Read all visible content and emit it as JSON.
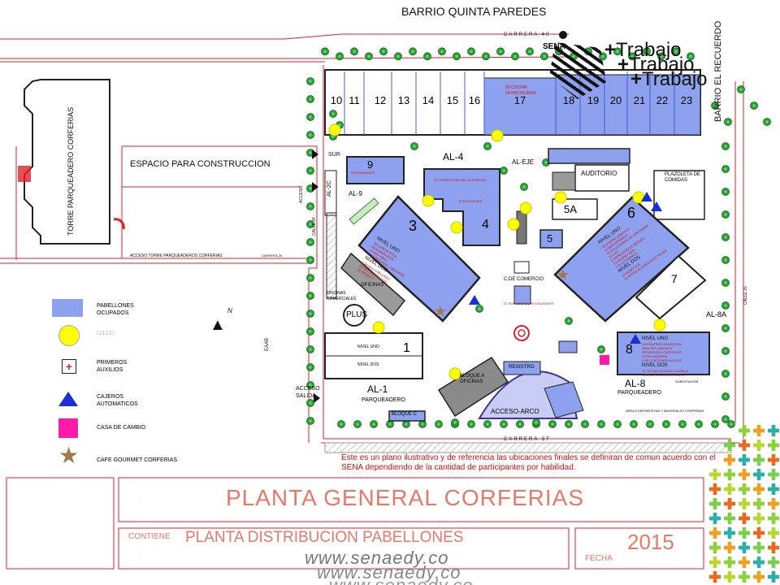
{
  "map": {
    "neighborhood_top": "BARRIO QUINTA PAREDES",
    "neighborhood_right": "BARRIO EL RECUERDO",
    "street_top": "CARRERA 40",
    "street_bottom": "CARRERA 37",
    "street_left": "CALLE 24",
    "street_right": "CALLE 25",
    "access_left": "ACCESO",
    "eaab": "EAAB",
    "tower": "TORRE PARQUEADERO CORFERIAS",
    "construction": "ESPACIO PARA CONSTRUCCION",
    "access_tower": "ACCESO TORRE PARQUEADEROS CORFERIAS",
    "carrera36": "CARRERA 36",
    "sur": "SUR",
    "access_exit": "ACCESO SALIDA",
    "north": "N"
  },
  "pavilions_top": [
    "10",
    "11",
    "12",
    "13",
    "14",
    "15",
    "16",
    "17",
    "18",
    "19",
    "20",
    "21",
    "22",
    "23"
  ],
  "pavilion17_notes": [
    "25 COCINA",
    "24 PASTELERIA"
  ],
  "labels": {
    "al4": "AL-4",
    "al9": "AL-9",
    "al2c": "AL-2C",
    "al_eje": "AL-EJE",
    "auditorio": "AUDITORIO",
    "plazoleta": "PLAZOLETA DE COMIDAS",
    "p9": "9",
    "p9_note": "RESTAURANTE",
    "p4": "4",
    "p4_notes": [
      "23 TECNOLOGIA DEL AUTOMOVIL",
      "8 SOLDADURA"
    ],
    "p5a": "5A",
    "p5": "5",
    "p3": "3",
    "p3_notes": [
      "NIVEL UNO",
      "16 CARPINTERIA",
      "18 ALBAÑILERIA",
      "17 DRY WALL",
      "10 PARED PISO Y BALDOSA",
      "NIVEL DOS",
      "2 REDES CABLEADO",
      "20 REFRIGERACION",
      "26 REDES IT"
    ],
    "p6": "6",
    "p6_notes": [
      "NIVEL UNO",
      "30 DISEÑO GRAFICO",
      "14 MECATRONICA",
      "15 SOLUCIONES DE SOFTWARE",
      "22 CAD",
      "9 IMPRESION DE MEDIOS",
      "13 DISEÑO WEB",
      "7 ELECTRONICA",
      "NIVEL DOS",
      "19 ROBOTICA",
      "18 INSTALACIONES ELECTRICAS"
    ],
    "p7": "7",
    "p1": "1",
    "p1_level1": "NIVEL UNO",
    "p1_level2": "NIVEL DOS",
    "p8": "8",
    "p8_notes": [
      "NIVEL UNO",
      "15 CONTROL INDUSTRIAL",
      "ANALISIS QUIMICO",
      "PROCESOS CONTROLES",
      "12 PELUQUERIA",
      "6 APLICACIONES AZULES",
      "NIVEL DOS",
      "11 TECNOLOGIA DE LA MODA",
      "16 CONFECCION DE ROPA"
    ],
    "al1": "AL-1",
    "al1_sub": "PARQUEADERO",
    "al8": "AL-8",
    "al8_sub": "PARQUEADERO",
    "al8a": "AL-8A",
    "oficinas": "OFICINAS",
    "oficinas_com": "OFICINAS COMERCIALES",
    "plus": "PLUS",
    "c_comercio": "C.DE COMERCIO",
    "restaurante": "27 SERVICIO DE RESTAURANTE",
    "registro": "REGISTRO",
    "bloque_a": "BLOQUE A OFICINAS",
    "bloque_c": "BLOQUE C",
    "acceso_arco": "ACCESO-ARCO",
    "area_contratistas": "AREA CONTRATISTAS Y MATERIALES CORFERIAS",
    "subestacion": "SUBESTACION"
  },
  "legend": [
    {
      "label": "PABELLONES OCUPADOS",
      "symbol": "blue-rect",
      "color": "#8ea1ef"
    },
    {
      "label": "□□□□□",
      "symbol": "yellow-circle",
      "color": "#ffff00"
    },
    {
      "label": "PRIMEROS AUXILIOS",
      "symbol": "first-aid-cross",
      "color": "#e02020"
    },
    {
      "label": "CAJEROS AUTOMATICOS",
      "symbol": "blue-triangle",
      "color": "#1a2fd6"
    },
    {
      "label": "CASA DE CAMBIO",
      "symbol": "magenta-square",
      "color": "#ff1aa8"
    },
    {
      "label": "CAFE GOURMET CORFERIAS",
      "symbol": "brown-star",
      "color": "#a0784a"
    }
  ],
  "note": "Este es un plano ilustrativo y de referencia las ubicaciones finales se definiran de comun acuerdo con el SENA dependiendo de la cantidad de participantes por habilidad.",
  "title_block": {
    "title": "PLANTA GENERAL CORFERIAS",
    "contiene_label": "CONTIENE",
    "subtitle": "PLANTA DISTRIBUCION PABELLONES",
    "fecha_label": "FECHA",
    "year": "2015"
  },
  "watermark": "www.senaedy.co",
  "logo": {
    "sena": "SENA",
    "trabajo": "Trabajo"
  },
  "colors": {
    "plan_line": "#e0202a",
    "pavilion": "#8ea1ef",
    "tree": "#1f9a2a",
    "title": "#e87868"
  }
}
